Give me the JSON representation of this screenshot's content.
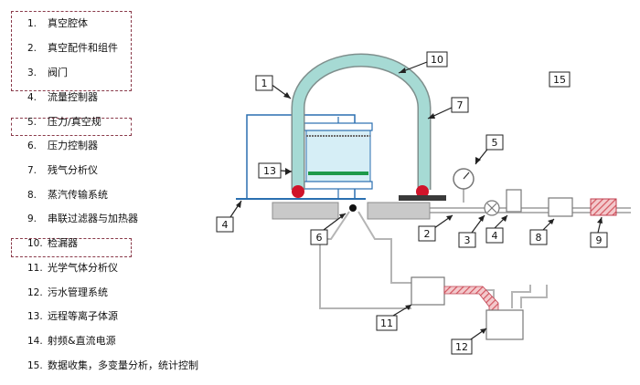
{
  "legend": [
    {
      "num": "1.",
      "label": "真空腔体"
    },
    {
      "num": "2.",
      "label": "真空配件和组件"
    },
    {
      "num": "3.",
      "label": "阀门"
    },
    {
      "num": "4.",
      "label": "流量控制器"
    },
    {
      "num": "5.",
      "label": "压力/真空规"
    },
    {
      "num": "6.",
      "label": "压力控制器"
    },
    {
      "num": "7.",
      "label": "残气分析仪"
    },
    {
      "num": "8.",
      "label": "蒸汽传输系统"
    },
    {
      "num": "9.",
      "label": "串联过滤器与加热器"
    },
    {
      "num": "10.",
      "label": "检漏器"
    },
    {
      "num": "11.",
      "label": "光学气体分析仪"
    },
    {
      "num": "12.",
      "label": "污水管理系统"
    },
    {
      "num": "13.",
      "label": "远程等离子体源"
    },
    {
      "num": "14.",
      "label": "射频&直流电源"
    },
    {
      "num": "15.",
      "label": "数据收集，多变量分析，统计控制"
    }
  ],
  "callouts": [
    "1",
    "2",
    "3",
    "4",
    "4",
    "5",
    "6",
    "7",
    "8",
    "9",
    "10",
    "11",
    "12",
    "13",
    "15"
  ],
  "colors": {
    "dash": "#8a3a4a",
    "tube": "#9fd4cf",
    "chamber_line": "#2a6fb0",
    "glass": "#d6eef6",
    "red_dot": "#d0142a",
    "filter_hatch": "#d4555f",
    "green_plate": "#1f9a4a",
    "base_gray": "#c9c9c9"
  }
}
